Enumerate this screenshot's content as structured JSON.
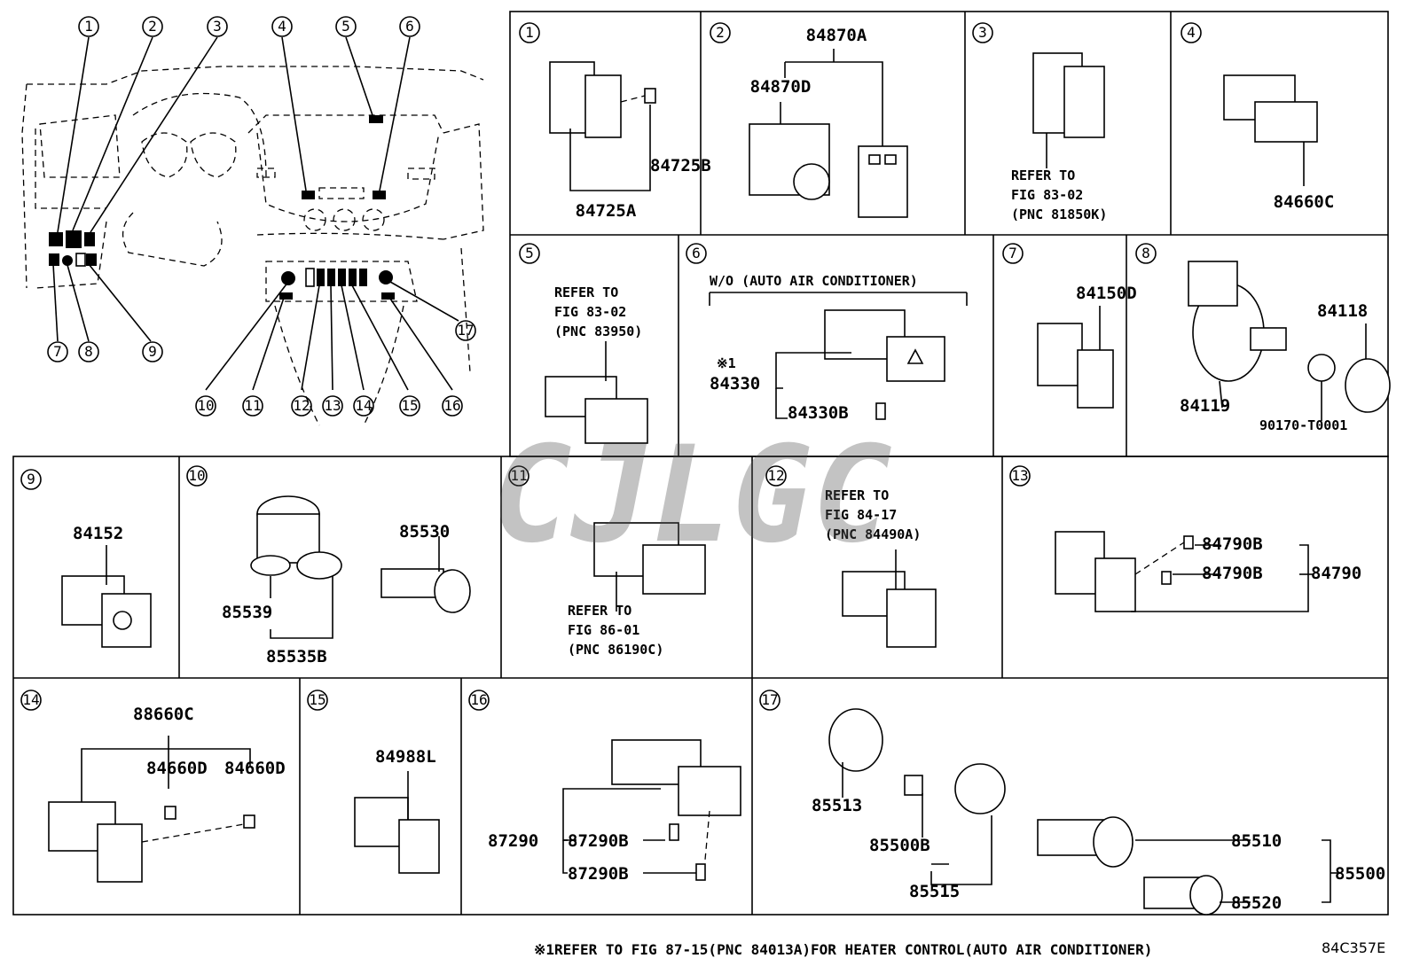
{
  "watermark": "CJLGC",
  "overview_callouts": [
    "1",
    "2",
    "3",
    "4",
    "5",
    "6",
    "7",
    "8",
    "9",
    "10",
    "11",
    "12",
    "13",
    "14",
    "15",
    "16",
    "17"
  ],
  "cells": [
    {
      "n": "1",
      "texts": [
        "84725B",
        "84725A"
      ]
    },
    {
      "n": "2",
      "texts": [
        "84870A",
        "84870D"
      ]
    },
    {
      "n": "3",
      "texts": [
        "REFER TO",
        "FIG 83-02",
        "(PNC 81850K)"
      ]
    },
    {
      "n": "4",
      "texts": [
        "84660C"
      ]
    },
    {
      "n": "5",
      "texts": [
        "REFER TO",
        "FIG 83-02",
        "(PNC 83950)"
      ]
    },
    {
      "n": "6",
      "texts": [
        "W/O (AUTO AIR CONDITIONER)",
        "※1",
        "84330",
        "84330B"
      ]
    },
    {
      "n": "7",
      "texts": [
        "84150D"
      ]
    },
    {
      "n": "8",
      "texts": [
        "84118",
        "84119",
        "90170-T0001"
      ]
    },
    {
      "n": "9",
      "texts": [
        "84152"
      ]
    },
    {
      "n": "10",
      "texts": [
        "85530",
        "85539",
        "85535B"
      ]
    },
    {
      "n": "11",
      "texts": [
        "REFER TO",
        "FIG 86-01",
        "(PNC 86190C)"
      ]
    },
    {
      "n": "12",
      "texts": [
        "REFER TO",
        "FIG 84-17",
        "(PNC 84490A)"
      ]
    },
    {
      "n": "13",
      "texts": [
        "84790B",
        "84790B",
        "84790"
      ]
    },
    {
      "n": "14",
      "texts": [
        "88660C",
        "84660D",
        "84660D"
      ]
    },
    {
      "n": "15",
      "texts": [
        "84988L"
      ]
    },
    {
      "n": "16",
      "texts": [
        "87290",
        "87290B",
        "87290B"
      ]
    },
    {
      "n": "17",
      "texts": [
        "85513",
        "85500B",
        "85515",
        "85510",
        "85520",
        "85500"
      ]
    }
  ],
  "footer_note": "※1REFER TO FIG 87-15(PNC 84013A)FOR HEATER CONTROL(AUTO AIR CONDITIONER)",
  "figure_id": "84C357E"
}
